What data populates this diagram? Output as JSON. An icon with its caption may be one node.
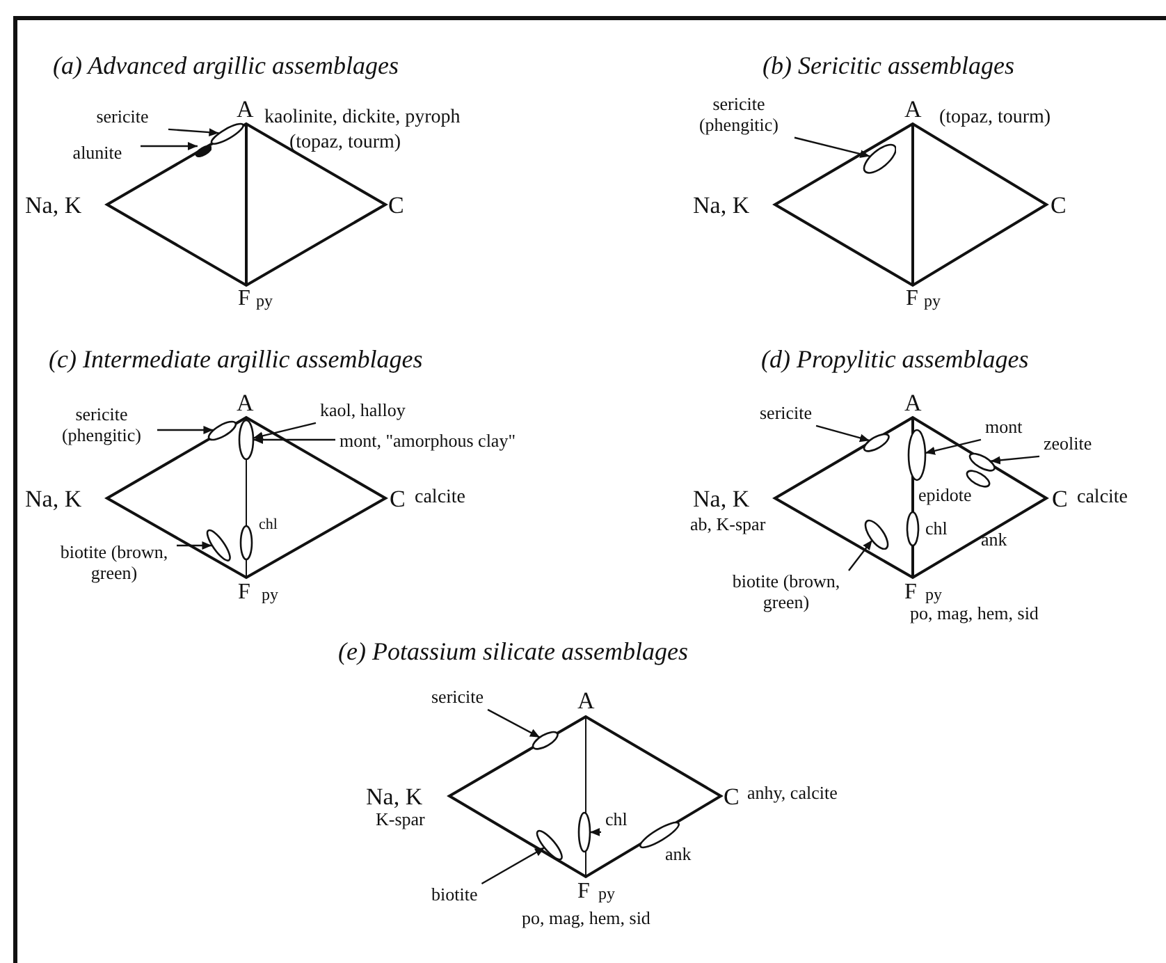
{
  "diagram": {
    "nodes": [
      {
        "text": [
          "sericite"
        ]
      },
      {
        "text": [
          "alunite"
        ]
      },
      {
        "text": [],
        "shape": "ellipse"
      },
      {
        "text": [],
        "shape": "ellipse"
      },
      {
        "text": [
          "sericite (phengitic)"
        ]
      },
      {
        "text": [],
        "shape": "ellipse"
      },
      {
        "text": [
          "sericite (phengitic)"
        ]
      },
      {
        "text": [],
        "shape": "ellipse"
      },
      {
        "text": [
          "kaol, halloy"
        ]
      },
      {
        "text": [
          "mont, \"amorphous clay\""
        ]
      },
      {
        "text": [],
        "shape": "ellipse"
      },
      {
        "text": [
          "biotite (brown, green)"
        ]
      },
      {
        "text": [],
        "shape": "ellipse"
      },
      {
        "text": [
          "sericite"
        ]
      },
      {
        "text": [],
        "shape": "ellipse"
      },
      {
        "text": [
          "mont"
        ]
      },
      {
        "text": [],
        "shape": "ellipse"
      },
      {
        "text": [
          "zeolite"
        ]
      },
      {
        "text": [],
        "shape": "ellipse"
      },
      {
        "text": [
          "biotite (brown, green)"
        ]
      },
      {
        "text": [],
        "shape": "ellipse"
      },
      {
        "text": [
          "sericite"
        ]
      },
      {
        "text": [],
        "shape": "ellipse"
      },
      {
        "text": [
          "chl"
        ]
      },
      {
        "text": [],
        "shape": "ellipse"
      },
      {
        "text": [
          "biotite"
        ]
      },
      {
        "text": [],
        "shape": "ellipse"
      }
    ],
    "edges": [
      {
        "from": 0,
        "to": 2,
        "arrow": "to"
      },
      {
        "from": 1,
        "to": 3,
        "arrow": "to"
      },
      {
        "from": 4,
        "to": 5,
        "arrow": "to"
      },
      {
        "from": 6,
        "to": 7,
        "arrow": "to"
      },
      {
        "from": 8,
        "to": 10,
        "arrow": "to"
      },
      {
        "from": 9,
        "to": 10,
        "arrow": "to"
      },
      {
        "from": 11,
        "to": 12,
        "arrow": "to"
      },
      {
        "from": 13,
        "to": 14,
        "arrow": "to"
      },
      {
        "from": 15,
        "to": 16,
        "arrow": "to"
      },
      {
        "from": 17,
        "to": 18,
        "arrow": "to"
      },
      {
        "from": 19,
        "to": 20,
        "arrow": "to"
      },
      {
        "from": 21,
        "to": 22,
        "arrow": "to"
      },
      {
        "from": 23,
        "to": 24,
        "arrow": "to"
      },
      {
        "from": 25,
        "to": 26,
        "arrow": "to"
      }
    ],
    "labels": [
      "(a) Advanced argillic assemblages",
      "A",
      "kaolinite, dickite, pyroph",
      "(topaz, tourm)",
      "Na, K",
      "C",
      "F",
      "py",
      "(b) Sericitic assemblages",
      "A",
      "(topaz, tourm)",
      "Na, K",
      "C",
      "F",
      "py",
      "(c) Intermediate argillic assemblages",
      "A",
      "Na, K",
      "C",
      "calcite",
      "chl",
      "F",
      "py",
      "(d) Propylitic assemblages",
      "A",
      "Na, K",
      "epidote",
      "C",
      "calcite",
      "ab, K-spar",
      "chl",
      "ank",
      "F",
      "py",
      "po, mag, hem, sid",
      "(e) Potassium silicate assemblages",
      "A",
      "Na, K",
      "C",
      "anhy, calcite",
      "K-spar",
      "ank",
      "F",
      "py",
      "po, mag, hem, sid"
    ]
  }
}
